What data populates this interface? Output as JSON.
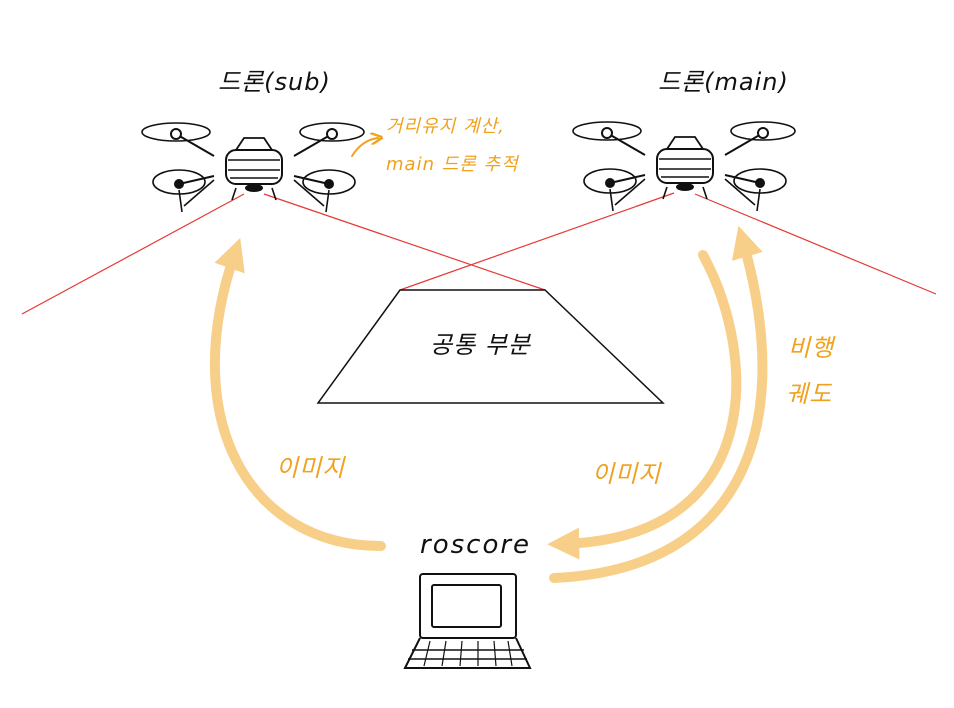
{
  "drone_sub": {
    "title": "드론(sub)"
  },
  "drone_main": {
    "title": "드론(main)"
  },
  "sub_note": {
    "line1": "거리유지 계산,",
    "line2": "main 드론 추적"
  },
  "overlap_region": {
    "label": "공통 부분"
  },
  "ground_station": {
    "label": "roscore"
  },
  "arrows": {
    "sub_image": "이미지",
    "main_image": "이미지",
    "flight_path_line1": "비행",
    "flight_path_line2": "궤도"
  },
  "colors": {
    "ink": "#111111",
    "annotation": "#f0a11d",
    "arrow": "#f8cf88",
    "fov_line": "#e53935"
  },
  "icons": [
    "drone-sub-icon",
    "drone-main-icon",
    "laptop-icon"
  ]
}
